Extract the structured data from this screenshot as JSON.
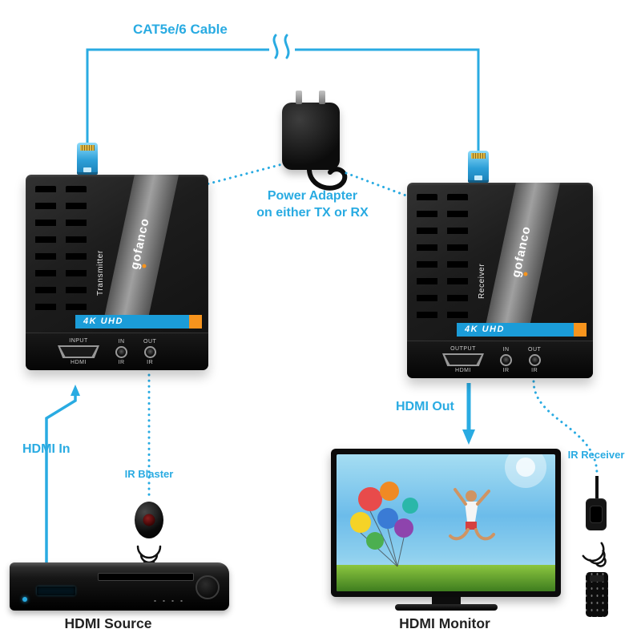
{
  "labels": {
    "cable": "CAT5e/6 Cable",
    "power_adapter_line1": "Power Adapter",
    "power_adapter_line2": "on either TX or RX",
    "hdmi_in": "HDMI In",
    "hdmi_out": "HDMI Out",
    "ir_blaster": "IR Blaster",
    "ir_receiver": "IR Receiver",
    "hdmi_source": "HDMI Source",
    "hdmi_monitor": "HDMI Monitor"
  },
  "transmitter": {
    "brand": "gofanco",
    "role": "Transmitter",
    "badge": "4K UHD",
    "hdmi_port": {
      "top": "INPUT",
      "bottom": "HDMI"
    },
    "jacks": [
      {
        "top": "IN",
        "bottom": "IR"
      },
      {
        "top": "OUT",
        "bottom": "IR"
      }
    ]
  },
  "receiver": {
    "brand": "gofanco",
    "role": "Receiver",
    "badge": "4K UHD",
    "hdmi_port": {
      "top": "OUTPUT",
      "bottom": "HDMI"
    },
    "jacks": [
      {
        "top": "IN",
        "bottom": "IR"
      },
      {
        "top": "OUT",
        "bottom": "IR"
      }
    ]
  },
  "colors": {
    "accent_cyan": "#29ABE2",
    "badge_blue": "#1B9CD8",
    "badge_orange": "#F7941D",
    "title_dark": "#222222"
  }
}
